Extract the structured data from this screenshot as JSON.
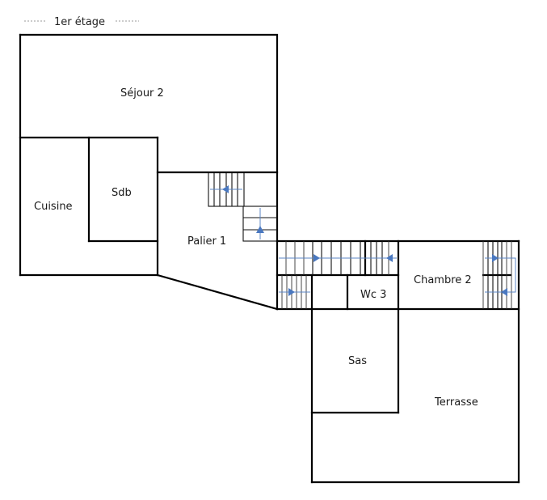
{
  "plan": {
    "level_title": "1er étage",
    "rooms": [
      {
        "id": "sejour",
        "label": "Séjour 2"
      },
      {
        "id": "cuisine",
        "label": "Cuisine"
      },
      {
        "id": "sdb",
        "label": "Sdb"
      },
      {
        "id": "palier",
        "label": "Palier 1"
      },
      {
        "id": "wc",
        "label": "Wc 3"
      },
      {
        "id": "chambre",
        "label": "Chambre 2"
      },
      {
        "id": "sas",
        "label": "Sas"
      },
      {
        "id": "terrasse",
        "label": "Terrasse"
      }
    ],
    "colors": {
      "wall": "#000000",
      "stair_arrow": "#4a78c0",
      "background": "#ffffff"
    }
  }
}
